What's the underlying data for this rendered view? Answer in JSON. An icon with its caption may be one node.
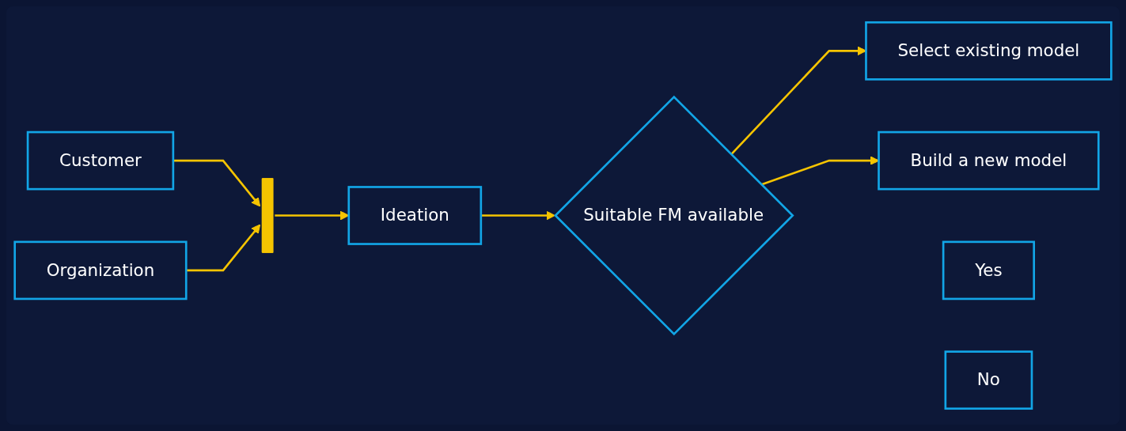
{
  "diagram": {
    "nodes": [
      {
        "text": [
          "Customer"
        ]
      },
      {
        "text": [
          "Organization"
        ]
      },
      {
        "text": [],
        "shape": "bar"
      },
      {
        "text": [
          "Ideation"
        ]
      },
      {
        "text": [
          "Suitable FM available"
        ]
      },
      {
        "text": [
          "Yes"
        ]
      },
      {
        "text": [
          "Select existing model"
        ]
      },
      {
        "text": [
          "No"
        ]
      },
      {
        "text": [
          "Build a new model"
        ]
      }
    ],
    "edges": [
      {
        "from": 0,
        "to": 2,
        "arrow": "to"
      },
      {
        "from": 1,
        "to": 2,
        "arrow": "to"
      },
      {
        "from": 2,
        "to": 3,
        "arrow": "to"
      },
      {
        "from": 3,
        "to": 4,
        "arrow": "to"
      },
      {
        "from": 4,
        "to": 6,
        "arrow": "to"
      },
      {
        "from": 4,
        "to": 8,
        "arrow": "to"
      }
    ]
  }
}
